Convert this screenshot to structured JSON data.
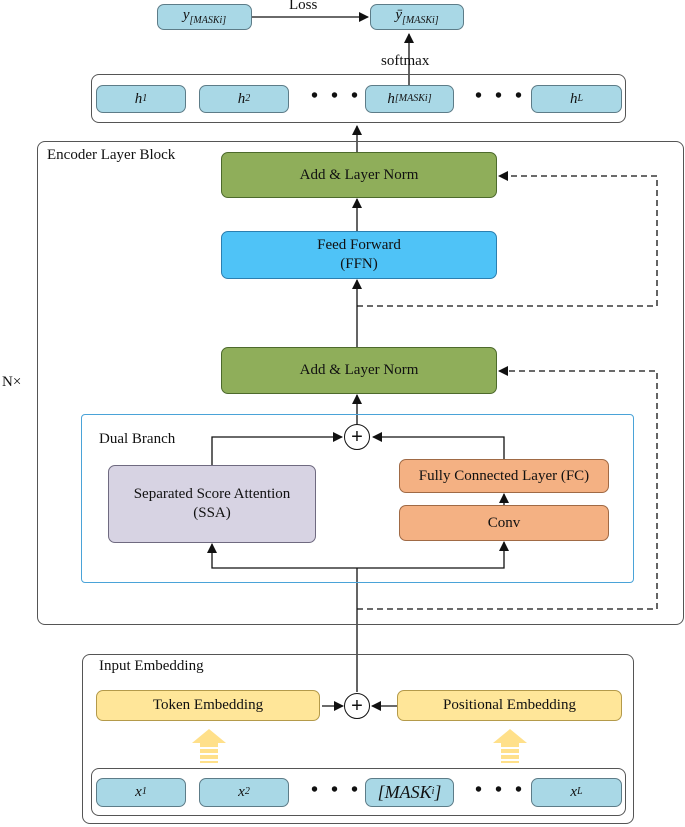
{
  "output": {
    "y_label": "y",
    "y_sub": "[MASK",
    "y_sub_i": "i",
    "y_sub_end": "]",
    "ybar_label": "ȳ",
    "ybar_sub": "[MASK",
    "ybar_sub_i": "i",
    "ybar_sub_end": "]",
    "loss": "Loss",
    "softmax": "softmax"
  },
  "hidden": {
    "h1": "h",
    "h1_sub": "1",
    "h2": "h",
    "h2_sub": "2",
    "hm": "h",
    "hm_sub": "[MASK",
    "hm_sub_i": "i",
    "hm_sub_end": "]",
    "hL": "h",
    "hL_sub": "L",
    "dots": "• • •"
  },
  "encoder": {
    "title": "Encoder Layer Block",
    "repeat": "N×",
    "add_norm_top": "Add & Layer Norm",
    "ffn_line1": "Feed Forward",
    "ffn_line2": "(FFN)",
    "add_norm_mid": "Add & Layer Norm"
  },
  "dual": {
    "title": "Dual Branch",
    "ssa_line1": "Separated Score Attention",
    "ssa_line2": "(SSA)",
    "fc": "Fully Connected Layer (FC)",
    "conv": "Conv",
    "plus": "+"
  },
  "input": {
    "title": "Input Embedding",
    "token": "Token Embedding",
    "positional": "Positional Embedding",
    "plus": "+",
    "x1": "x",
    "x1_sub": "1",
    "x2": "x",
    "x2_sub": "2",
    "mask": "[MASK",
    "mask_i": "i",
    "mask_end": "]",
    "xL": "x",
    "xL_sub": "L",
    "dots": "• • •"
  }
}
